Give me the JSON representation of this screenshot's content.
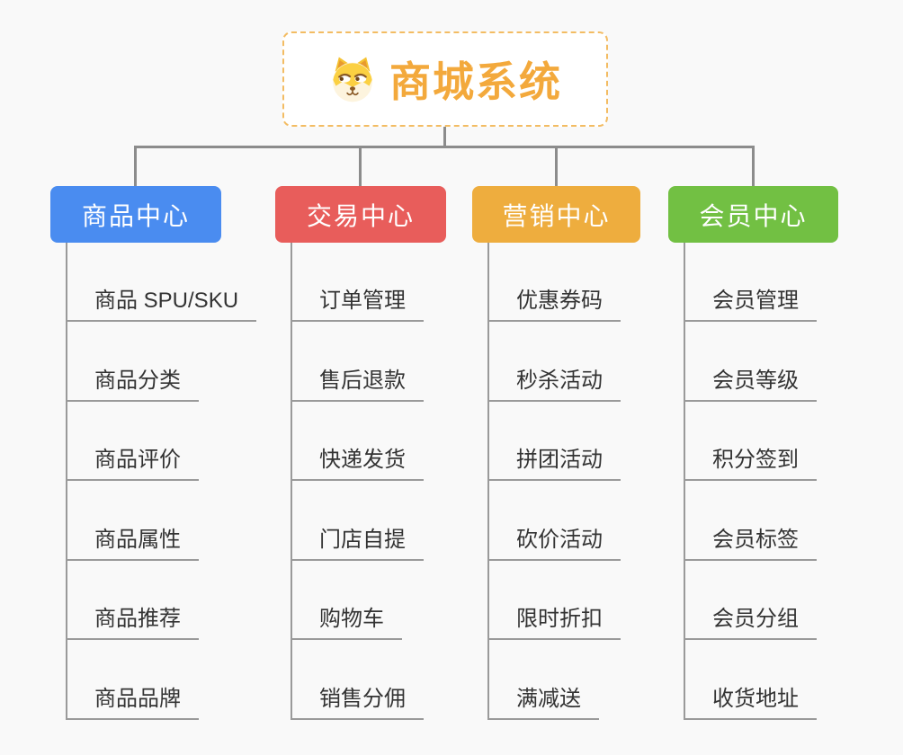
{
  "page": {
    "background_color": "#f9f9f9",
    "connector_color": "#8c8c8c"
  },
  "root": {
    "title": "商城系统",
    "icon": "dog-face-icon",
    "title_color": "#f3a93c",
    "border_color": "#f3bc63"
  },
  "branches": [
    {
      "label": "商品中心",
      "color": "#4a8cf0",
      "items": [
        "商品 SPU/SKU",
        "商品分类",
        "商品评价",
        "商品属性",
        "商品推荐",
        "商品品牌"
      ]
    },
    {
      "label": "交易中心",
      "color": "#e85d5b",
      "items": [
        "订单管理",
        "售后退款",
        "快递发货",
        "门店自提",
        "购物车",
        "销售分佣"
      ]
    },
    {
      "label": "营销中心",
      "color": "#eead3e",
      "items": [
        "优惠券码",
        "秒杀活动",
        "拼团活动",
        "砍价活动",
        "限时折扣",
        "满减送"
      ]
    },
    {
      "label": "会员中心",
      "color": "#72c043",
      "items": [
        "会员管理",
        "会员等级",
        "积分签到",
        "会员标签",
        "会员分组",
        "收货地址"
      ]
    }
  ]
}
